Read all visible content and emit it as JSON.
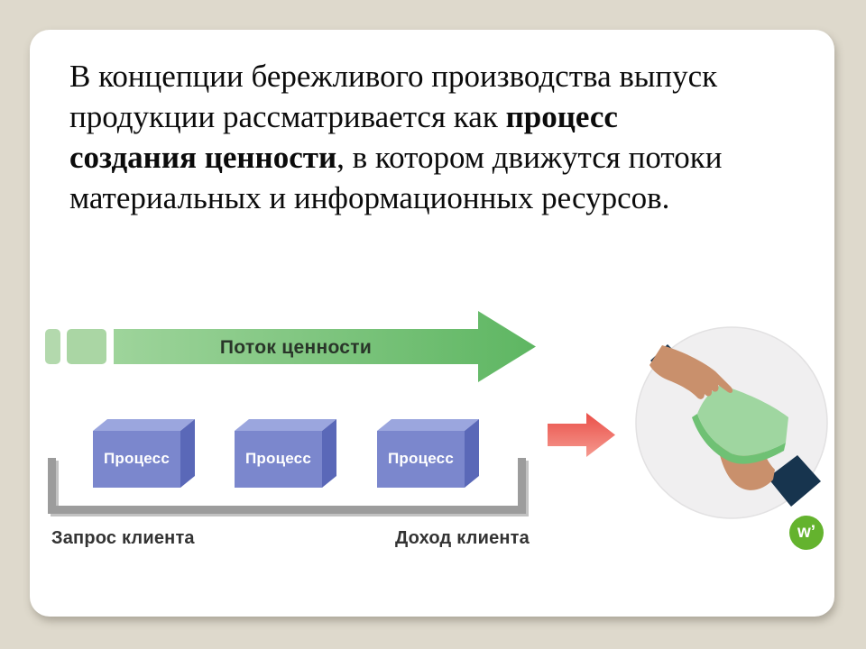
{
  "slide": {
    "paragraph": {
      "l1": "В концепции бережливого производства выпуск",
      "l2a": "продукции рассматривается как ",
      "l2b": "процесс",
      "l3a": "создания ценности",
      "l3b": ", в котором движутся потоки",
      "l4": "материальных и информационных ресурсов."
    },
    "diagram": {
      "value_stream_label": "Поток ценности",
      "process_labels": [
        "Процесс",
        "Процесс",
        "Процесс"
      ],
      "customer_request_label": "Запрос клиента",
      "customer_income_label": "Доход клиента"
    },
    "logo": {
      "glyph": "w’"
    },
    "colors": {
      "page_background": "#ded9cc",
      "card": "#ffffff",
      "text": "#0b0b0b",
      "arrow_green_light": "#a9d6a3",
      "arrow_green_dark": "#5eb662",
      "value_stream_text": "#293529",
      "box_front": "#7b87cd",
      "box_top": "#9ba6de",
      "box_side": "#5a68b8",
      "box_text": "#ffffff",
      "bracket_gray": "#9c9c9c",
      "bracket_text": "#333333",
      "red_arrow": "#ec564e",
      "circle_background": "#f0eff0",
      "sleeve_navy": "#17344e",
      "skin": "#c9906c",
      "money_green": "#9fd6a0",
      "money_edge_green": "#6fc174",
      "logo_green": "#64b32e"
    }
  }
}
